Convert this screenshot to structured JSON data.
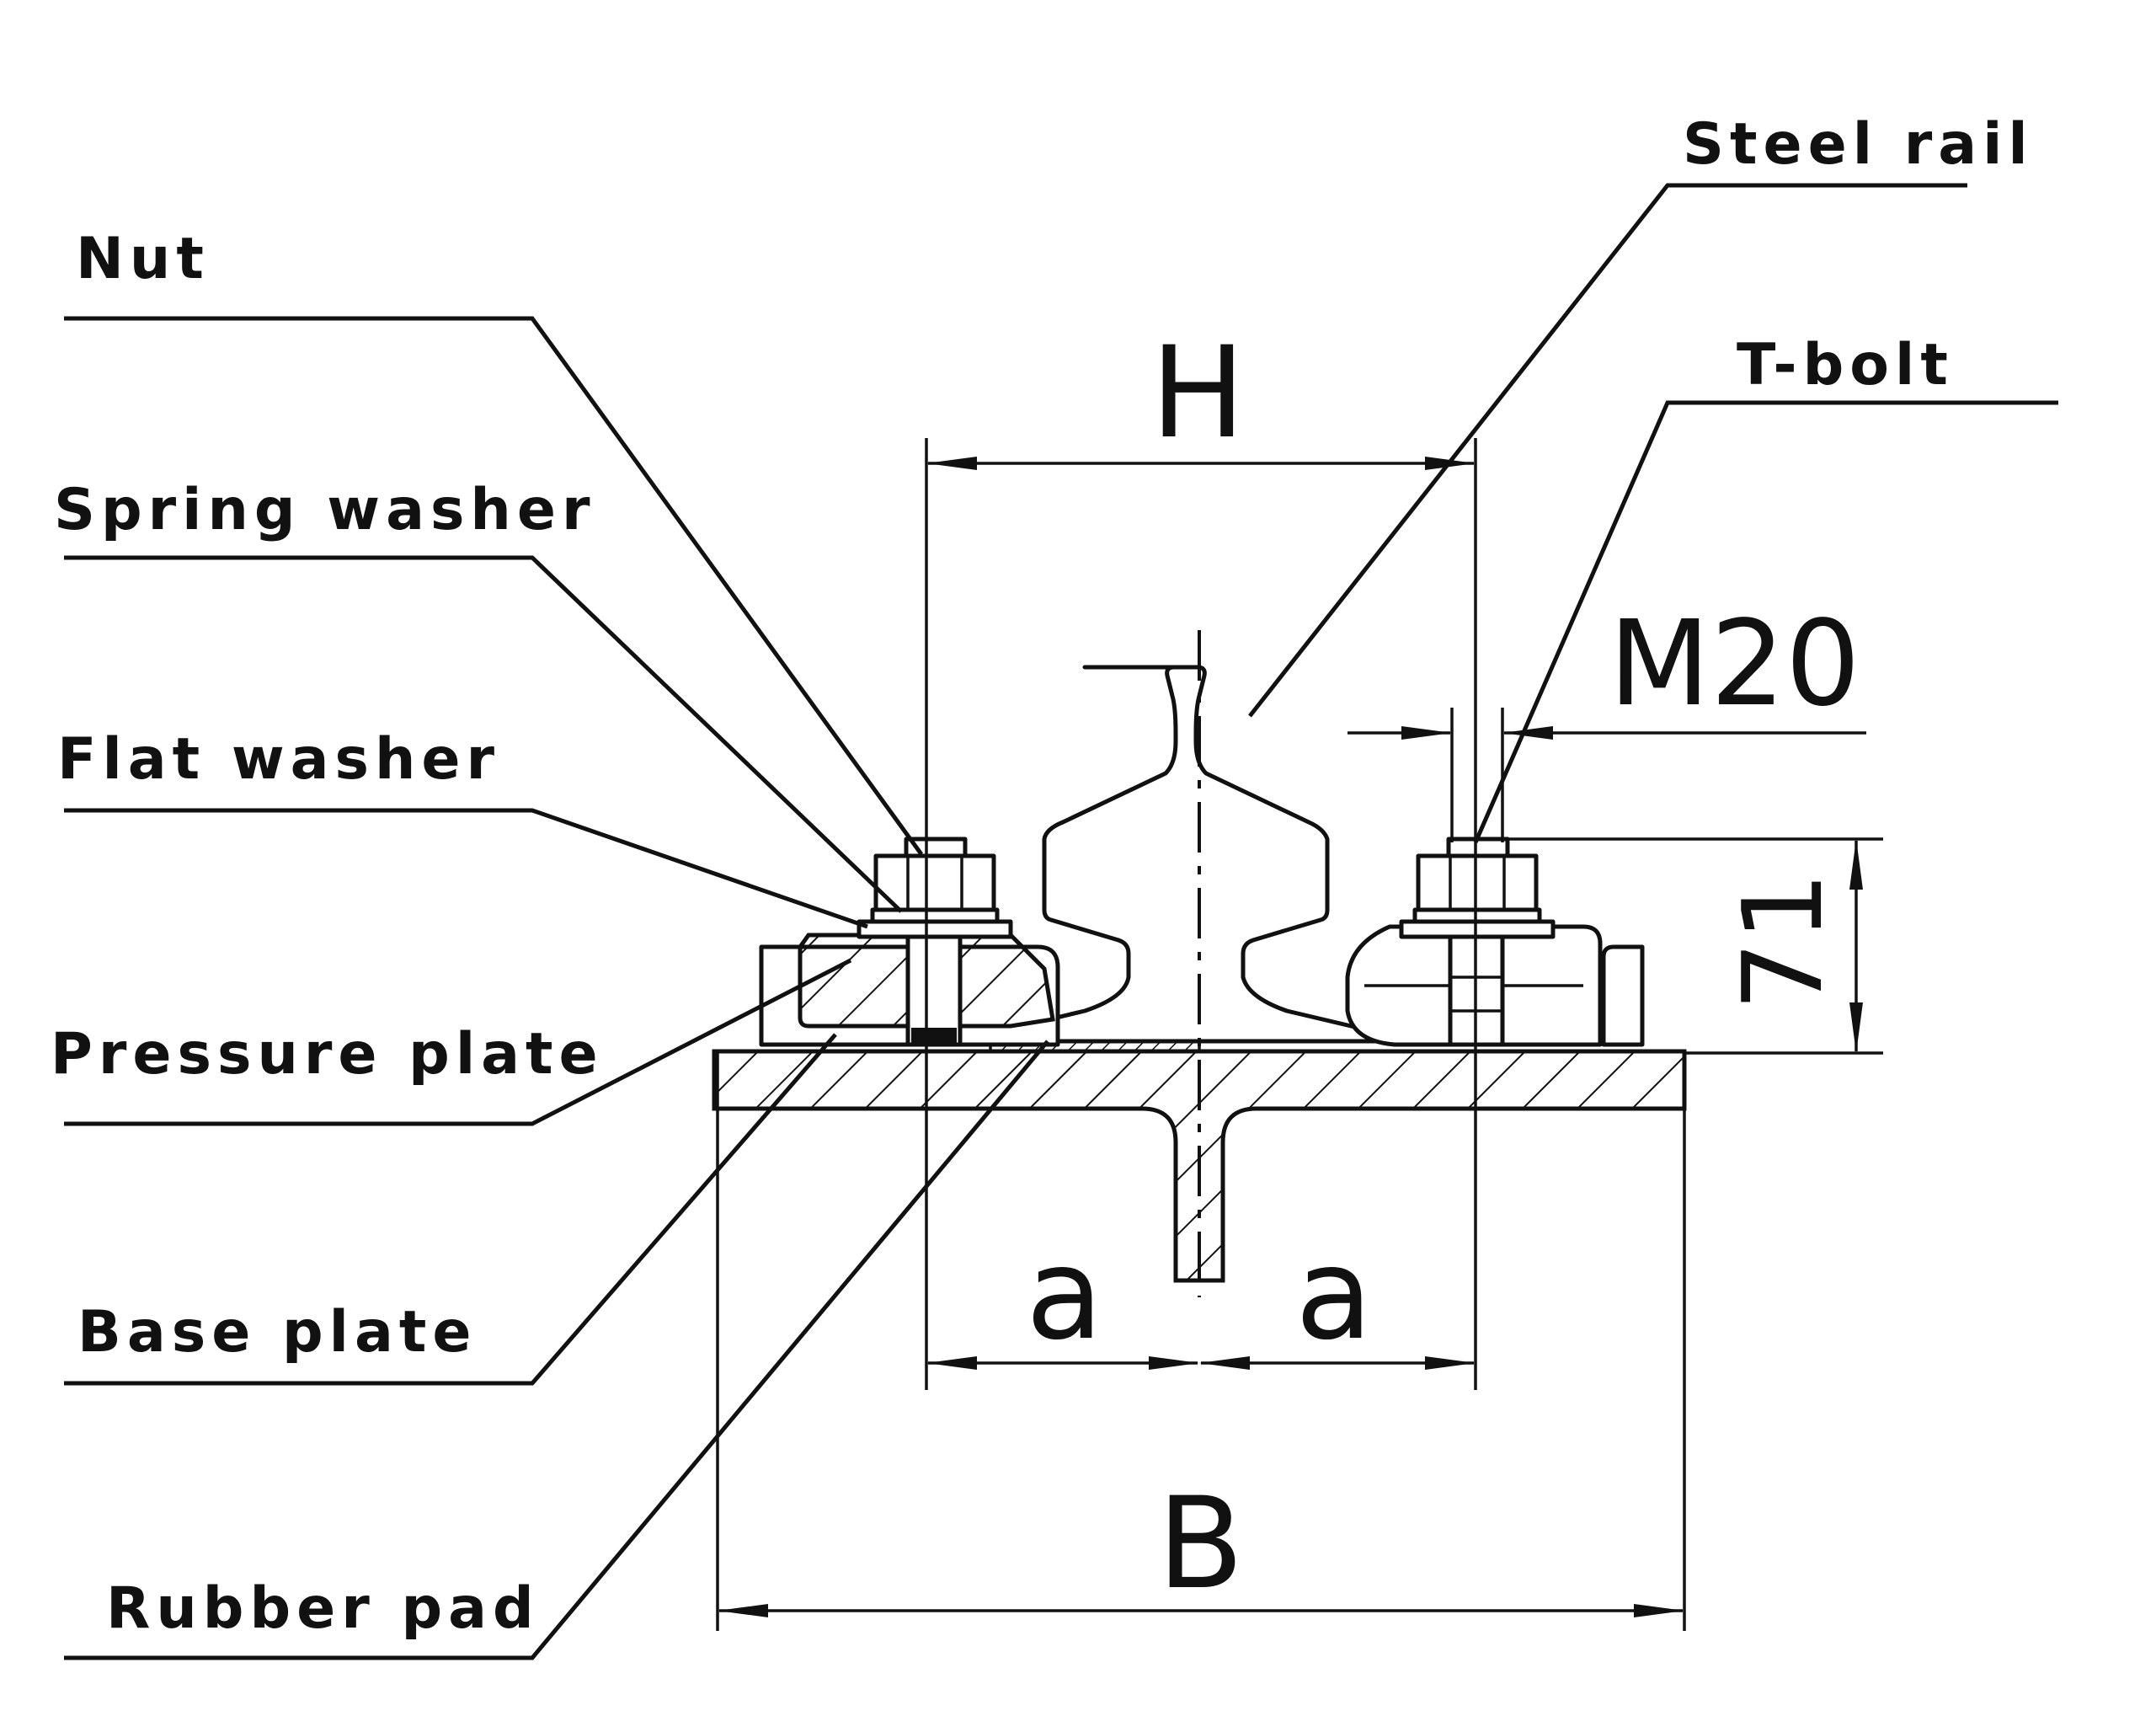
{
  "diagram": {
    "callouts": {
      "nut": "Nut",
      "spring_washer": "Spring washer",
      "flat_washer": "Flat washer",
      "pressure_plate": "Pressure plate",
      "base_plate": "Base plate",
      "rubber_pad": "Rubber pad",
      "steel_rail": "Steel rail",
      "t_bolt": "T-bolt"
    },
    "dimensions": {
      "h": "H",
      "m20": "M20",
      "d71": "71",
      "a_left": "a",
      "a_right": "a",
      "b": "B"
    },
    "colors": {
      "line": "#111111",
      "background": "#ffffff"
    }
  }
}
